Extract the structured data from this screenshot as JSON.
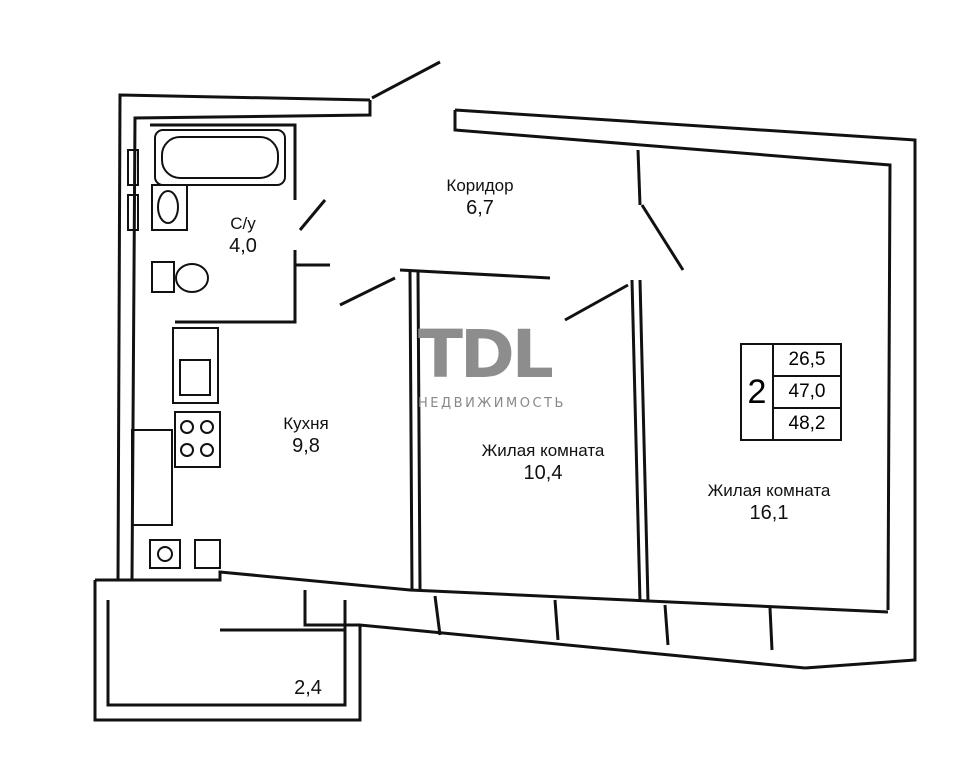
{
  "rooms": [
    {
      "name": "С/у",
      "area": "4,0"
    },
    {
      "name": "Коридор",
      "area": "6,7"
    },
    {
      "name": "Кухня",
      "area": "9,8"
    },
    {
      "name": "Жилая комната",
      "area": "10,4"
    },
    {
      "name": "Жилая комната",
      "area": "16,1"
    },
    {
      "name": "",
      "area": "2,4"
    }
  ],
  "summary": {
    "rooms": "2",
    "living_area": "26,5",
    "total_area": "47,0",
    "total_with_balcony": "48,2"
  },
  "logo": {
    "mark": "TDL",
    "subtitle": "НЕДВИЖИМОСТЬ"
  }
}
